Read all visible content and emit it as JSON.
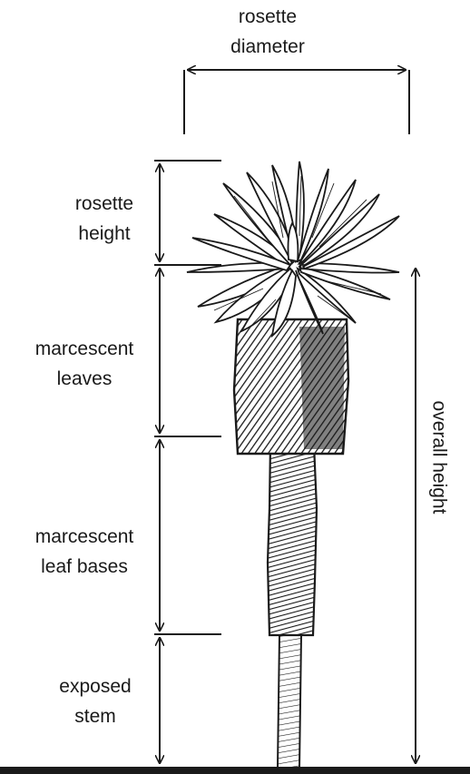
{
  "labels": {
    "rosette_diameter": [
      "rosette",
      "diameter"
    ],
    "rosette_height": [
      "rosette",
      "height"
    ],
    "marcescent_leaves": [
      "marcescent",
      "leaves"
    ],
    "marcescent_leaf_bases": [
      "marcescent",
      "leaf bases"
    ],
    "exposed_stem": [
      "exposed",
      "stem"
    ],
    "overall_height": "overall height"
  },
  "colors": {
    "ink": "#1a1a1a",
    "background": "#ffffff"
  }
}
